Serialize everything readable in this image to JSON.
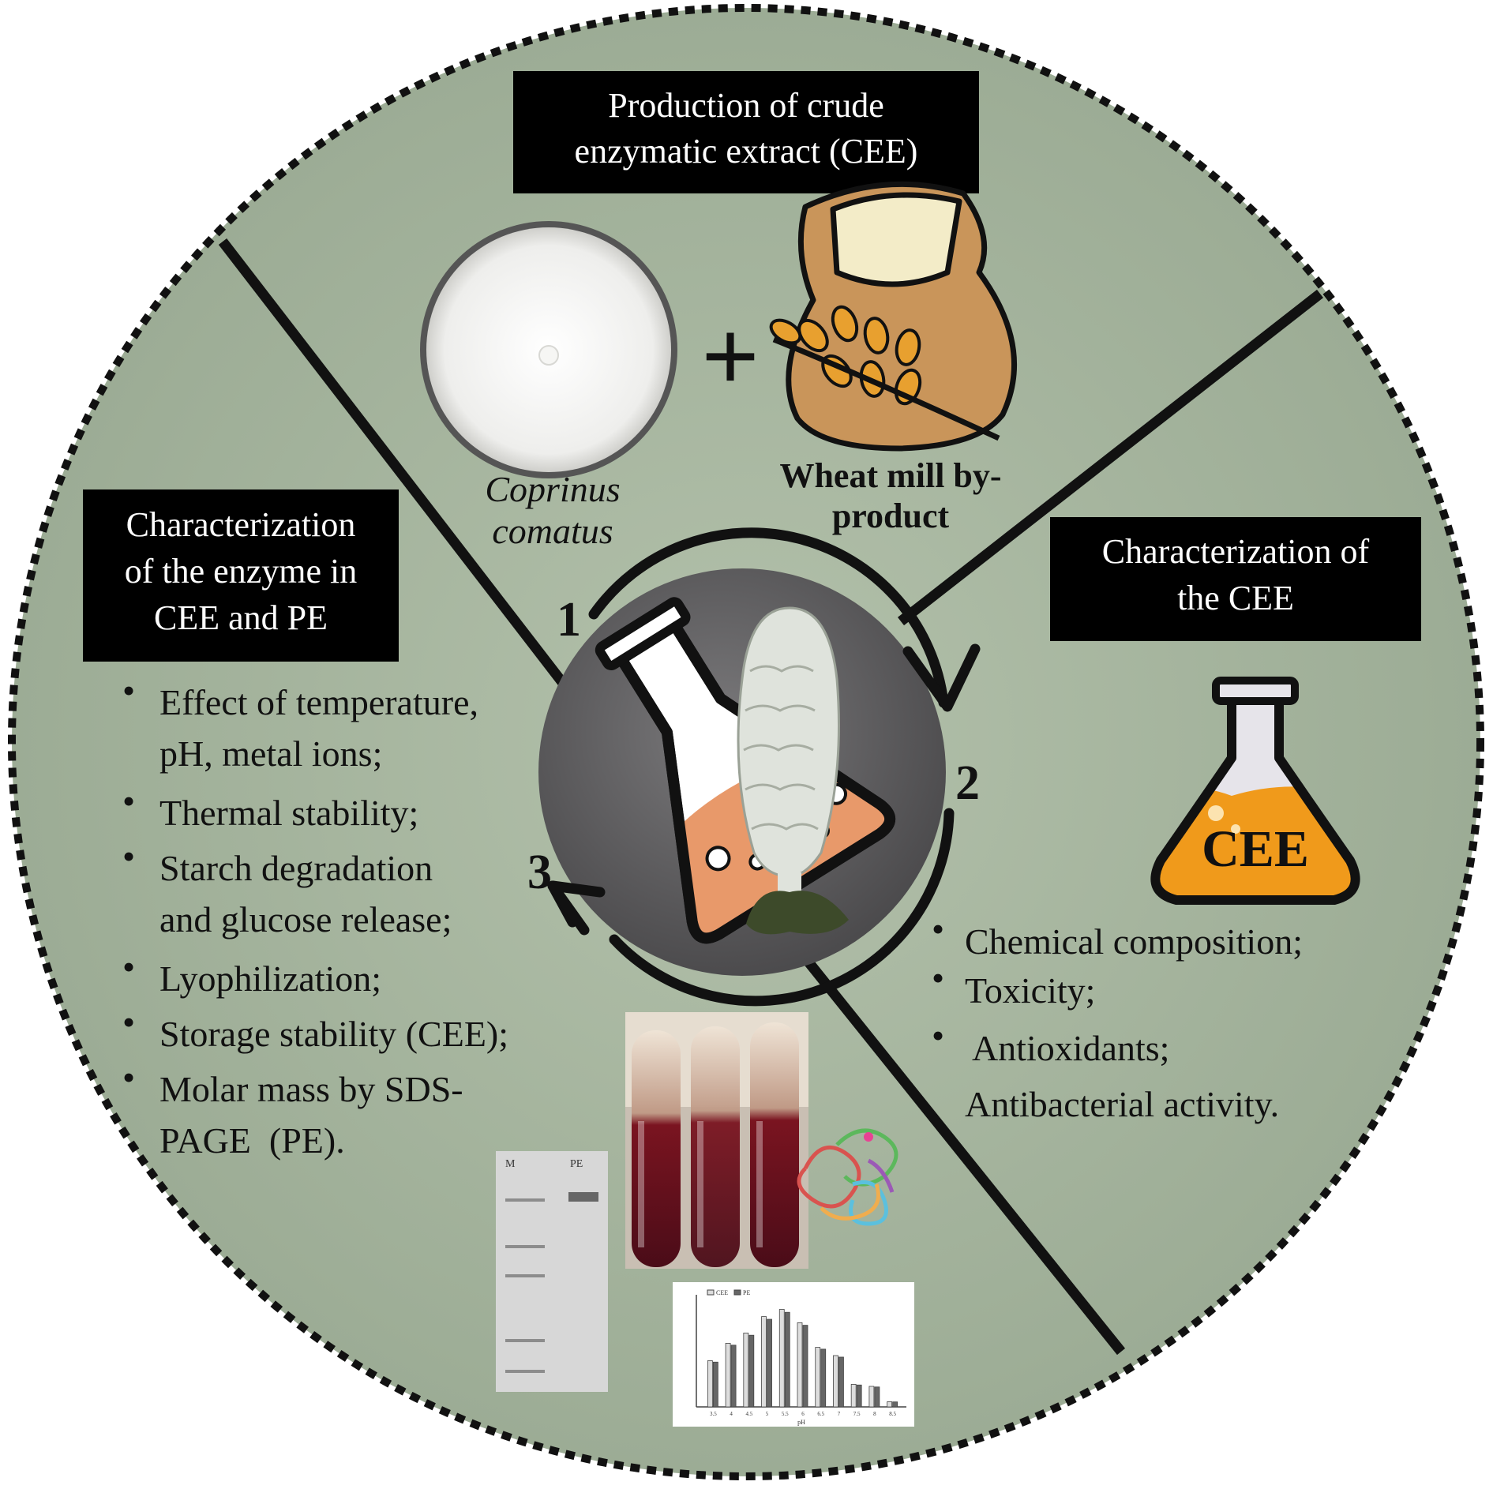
{
  "sections": {
    "production": {
      "title_lines": [
        "Production of crude",
        "enzymatic extract (CEE)"
      ],
      "organism_lines": [
        "Coprinus",
        "comatus"
      ],
      "substrate_lines": [
        "Wheat mill by-",
        "product"
      ],
      "plus": "+"
    },
    "cee_characterization": {
      "title_lines": [
        "Characterization of",
        "the CEE"
      ],
      "flask_label": "CEE",
      "bullets": [
        "Chemical composition;",
        "Toxicity;",
        " Antioxidants;",
        "Antibacterial activity."
      ]
    },
    "enzyme_characterization": {
      "title_lines": [
        "Characterization",
        "of the enzyme in",
        "CEE and PE"
      ],
      "bullets": [
        [
          "Effect of temperature,",
          "pH, metal ions;"
        ],
        [
          "Thermal stability;"
        ],
        [
          "Starch degradation",
          "and glucose release;"
        ],
        [
          "Lyophilization;"
        ],
        [
          "Storage stability (CEE);"
        ],
        [
          "Molar mass by SDS-",
          "PAGE  (PE)."
        ]
      ]
    }
  },
  "cycle_steps": [
    "1",
    "2",
    "3"
  ],
  "bullet_symbol": "•",
  "thumbnails": {
    "gel_lane_labels": [
      "M",
      "PE"
    ],
    "chart_legend": [
      "CEE",
      "PE"
    ],
    "chart_xlabel": "pH",
    "chart_xticks": [
      "3.5",
      "4",
      "4.5",
      "5",
      "5.5",
      "6",
      "6.5",
      "7",
      "7.5",
      "8",
      "8.5"
    ]
  },
  "colors": {
    "disc": "#a4b39d",
    "hub": "#5d5c5e",
    "label_box": "#000000",
    "orange_liquid": "#e8996a",
    "cee_liquid": "#f09a1b",
    "sack": "#c9955a"
  }
}
